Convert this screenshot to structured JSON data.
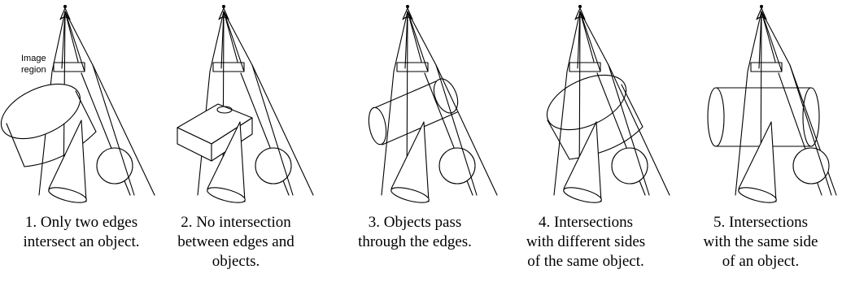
{
  "image_region_label": [
    "Image",
    "region"
  ],
  "panels": [
    {
      "caption": [
        "1. Only two edges",
        "intersect an object."
      ]
    },
    {
      "caption": [
        "2. No intersection",
        "between edges and",
        "objects."
      ]
    },
    {
      "caption": [
        "3. Objects pass",
        "through the edges."
      ]
    },
    {
      "caption": [
        "4. Intersections",
        "with different sides",
        "of the same object."
      ]
    },
    {
      "caption": [
        "5. Intersections",
        "with the same side",
        "of an object."
      ]
    }
  ]
}
